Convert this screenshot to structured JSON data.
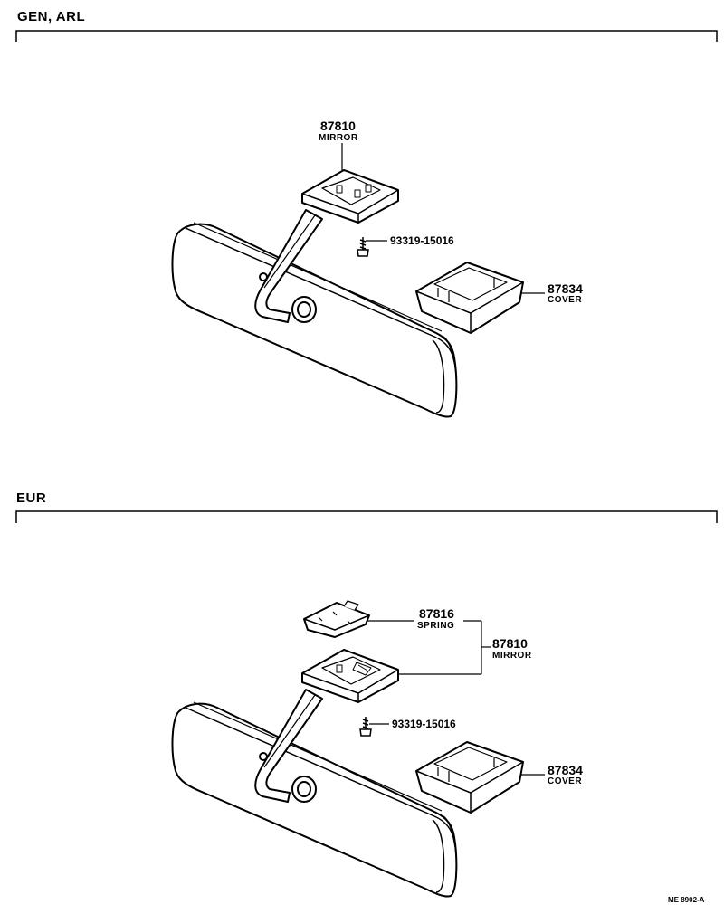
{
  "sections": [
    {
      "label": "GEN, ARL",
      "callouts": {
        "mirror": {
          "number": "87810",
          "name": "MIRROR"
        },
        "screw": {
          "code": "93319-15016"
        },
        "cover": {
          "number": "87834",
          "name": "COVER"
        }
      }
    },
    {
      "label": "EUR",
      "callouts": {
        "spring": {
          "number": "87816",
          "name": "SPRING"
        },
        "mirror": {
          "number": "87810",
          "name": "MIRROR"
        },
        "screw": {
          "code": "93319-15016"
        },
        "cover": {
          "number": "87834",
          "name": "COVER"
        }
      }
    }
  ],
  "reference_code": "ME 8902-A"
}
